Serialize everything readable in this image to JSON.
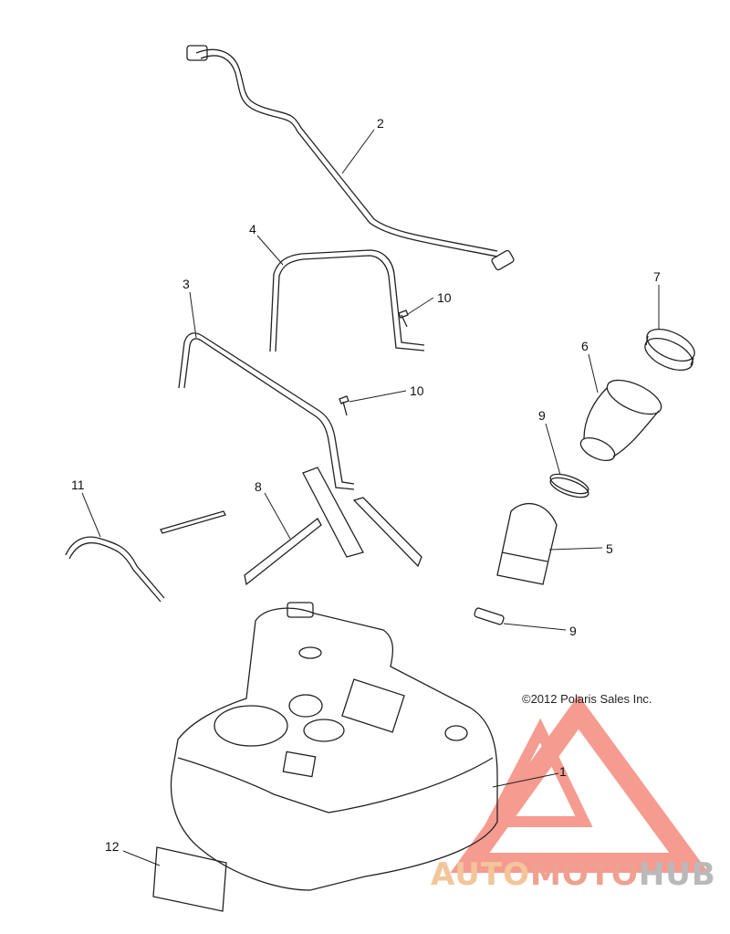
{
  "diagram": {
    "callouts": [
      "1",
      "2",
      "3",
      "4",
      "5",
      "6",
      "7",
      "8",
      "9",
      "9",
      "10",
      "10",
      "11",
      "12"
    ],
    "copyright": "©2012 Polaris Sales Inc.",
    "colors": {
      "line": "#222222",
      "logo_red": "#f27a6c",
      "logo_orange": "#f3c59a",
      "logo_gray": "#b9b9b9"
    }
  },
  "watermark": {
    "part1": "AUTO",
    "part2": "MOTO",
    "part3": "HUB"
  }
}
